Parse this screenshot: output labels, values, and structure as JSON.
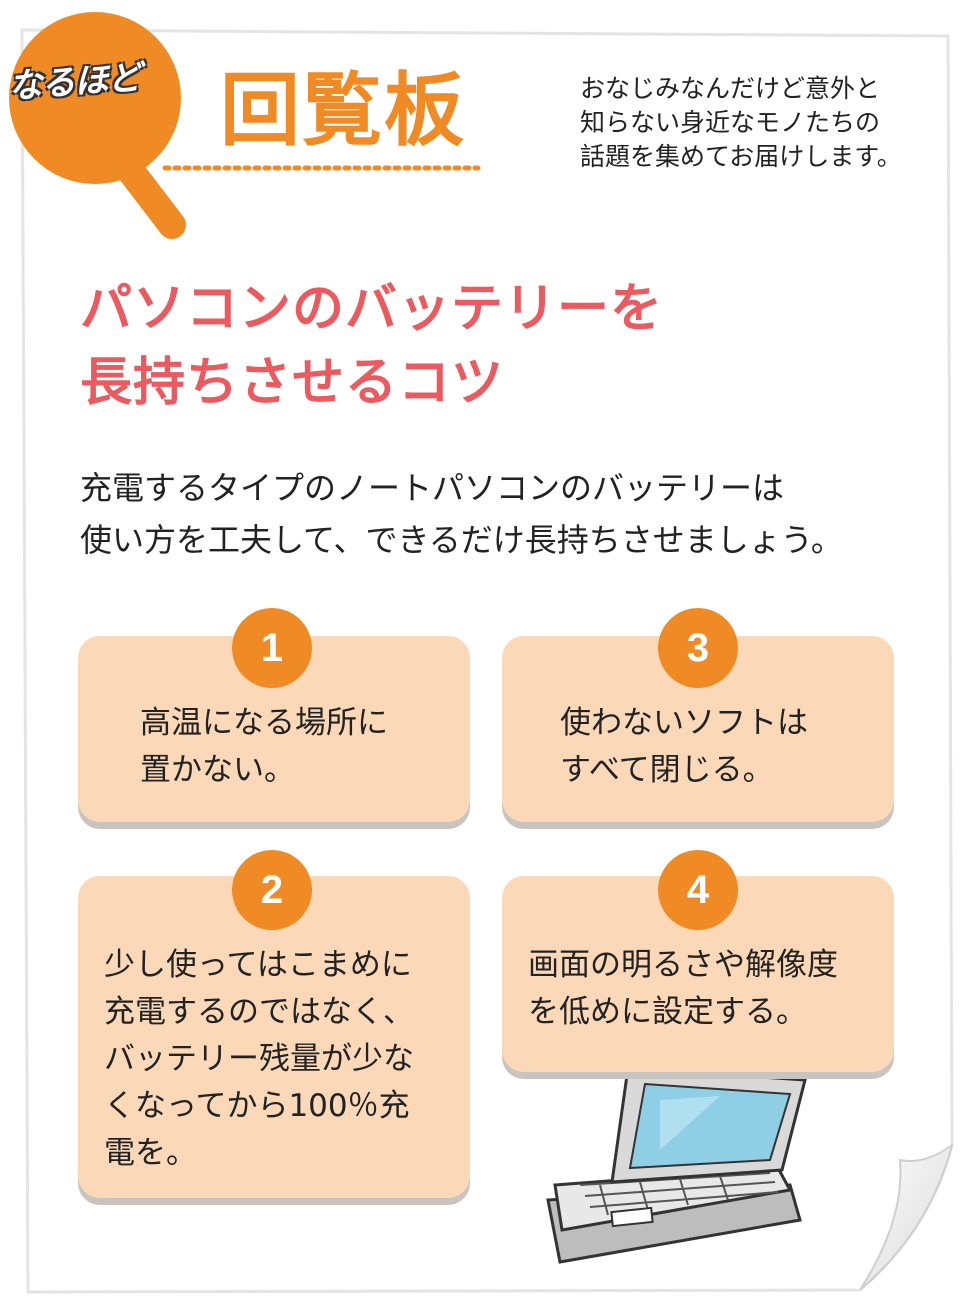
{
  "header": {
    "brand_small": "なるほど",
    "brand_large": "回覧板",
    "intro": "おなじみなんだけど意外と\n知らない身近なモノたちの\n話題を集めてお届けします。"
  },
  "article": {
    "headline": "パソコンのバッテリーを\n長持ちさせるコツ",
    "lead": "充電するタイプのノートパソコンのバッテリーは\n使い方を工夫して、できるだけ長持ちさせましょう。"
  },
  "tips": [
    {
      "number": "1",
      "text": "高温になる場所に\n置かない。"
    },
    {
      "number": "2",
      "text": "少し使ってはこまめに\n充電するのではなく、\nバッテリー残量が少な\nくなってから100％充\n電を。"
    },
    {
      "number": "3",
      "text": "使わないソフトは\nすべて閉じる。"
    },
    {
      "number": "4",
      "text": "画面の明るさや解像度\nを低めに設定する。"
    }
  ],
  "colors": {
    "accent_orange": "#f08a24",
    "headline_red": "#ea5a5e",
    "card_fill": "#fbd9b8",
    "screen_blue": "#8ecfe6"
  },
  "icons": [
    "magnifier-icon",
    "laptop-icon"
  ]
}
